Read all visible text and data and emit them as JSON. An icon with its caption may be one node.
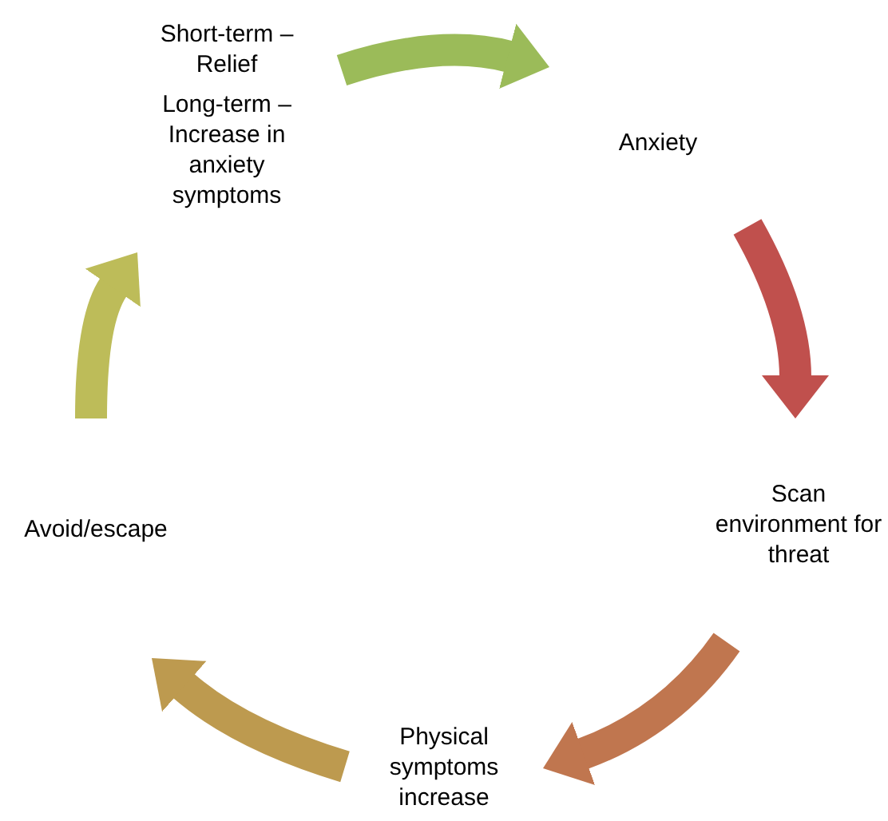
{
  "diagram": {
    "nodes": [
      {
        "text": [
          "Short-term – Relief",
          "Long-term – Increase in anxiety symptoms"
        ]
      },
      {
        "text": [
          "Anxiety"
        ]
      },
      {
        "text": [
          "Scan environment for threat"
        ]
      },
      {
        "text": [
          "Physical symptoms increase"
        ]
      },
      {
        "text": [
          "Avoid/escape"
        ]
      }
    ],
    "edges": [
      {
        "from": 0,
        "to": 1,
        "arrow": "to",
        "color": "#9bbb59"
      },
      {
        "from": 1,
        "to": 2,
        "arrow": "to",
        "color": "#c0504d"
      },
      {
        "from": 2,
        "to": 3,
        "arrow": "to",
        "color": "#c0764f"
      },
      {
        "from": 3,
        "to": 4,
        "arrow": "to",
        "color": "#bd9a4f"
      },
      {
        "from": 4,
        "to": 0,
        "arrow": "to",
        "color": "#bdbc59"
      }
    ]
  }
}
